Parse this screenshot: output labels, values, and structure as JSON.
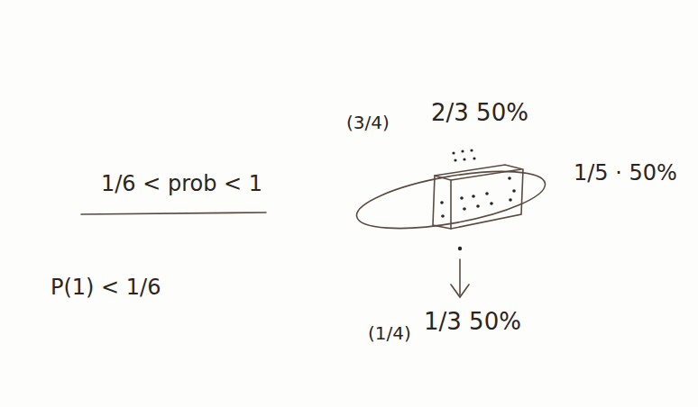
{
  "diagram": {
    "labels": [
      "1/6 < prob < 1",
      "P(1) < 1/6",
      "(3/4)",
      "2/3 50%",
      "1/5 · 50%",
      "(1/4)",
      "1/3 50%"
    ]
  }
}
